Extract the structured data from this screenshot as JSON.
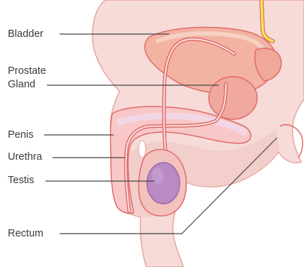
{
  "labels": {
    "bladder": "Bladder",
    "prostate_line1": "Prostate",
    "prostate_line2": "Gland",
    "penis": "Penis",
    "urethra": "Urethra",
    "testis": "Testis",
    "rectum": "Rectum"
  },
  "colors": {
    "skin": "#f6dbd8",
    "skin_dark": "#efc4c0",
    "organ": "#f3b3a2",
    "outline": "#e06a6a",
    "testis": "#b98ac4",
    "ureter": "#f5e84a",
    "leader": "#444444"
  }
}
